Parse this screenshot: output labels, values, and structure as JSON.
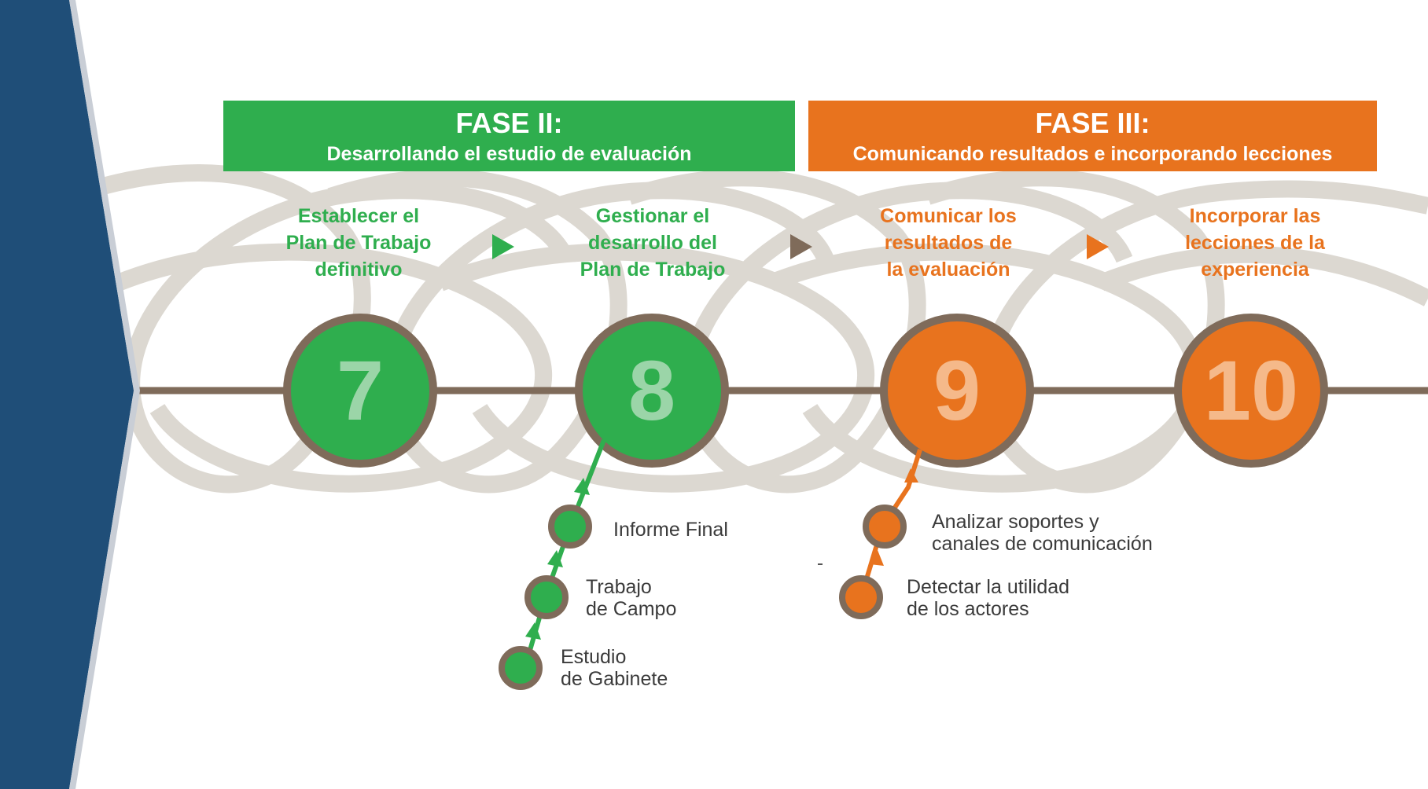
{
  "colors": {
    "green": "#2fae4e",
    "orange": "#e8731e",
    "ring": "#7f6b5a",
    "loops": "#dcd8d1",
    "sidebar": "#1f4e78",
    "arrow_gray": "#7f6b5a"
  },
  "phases": [
    {
      "title": "FASE II:",
      "subtitle": "Desarrollando el estudio de evaluación"
    },
    {
      "title": "FASE III:",
      "subtitle": "Comunicando resultados e incorporando lecciones"
    }
  ],
  "steps": [
    {
      "number": "7",
      "title_lines": [
        "Establecer el",
        "Plan de Trabajo",
        "definitivo"
      ]
    },
    {
      "number": "8",
      "title_lines": [
        "Gestionar el",
        "desarrollo del",
        "Plan de Trabajo"
      ]
    },
    {
      "number": "9",
      "title_lines": [
        "Comunicar los",
        "resultados de",
        "la evaluación"
      ]
    },
    {
      "number": "10",
      "title_lines": [
        "Incorporar las",
        "lecciones de la",
        "experiencia"
      ]
    }
  ],
  "substeps_8": [
    {
      "lines": [
        "Informe Final"
      ]
    },
    {
      "lines": [
        "Trabajo",
        "de Campo"
      ]
    },
    {
      "lines": [
        "Estudio",
        "de Gabinete"
      ]
    }
  ],
  "substeps_9": [
    {
      "lines": [
        "Analizar soportes y",
        "canales de comunicación"
      ]
    },
    {
      "lines": [
        "Detectar la utilidad",
        "de los actores"
      ]
    }
  ]
}
